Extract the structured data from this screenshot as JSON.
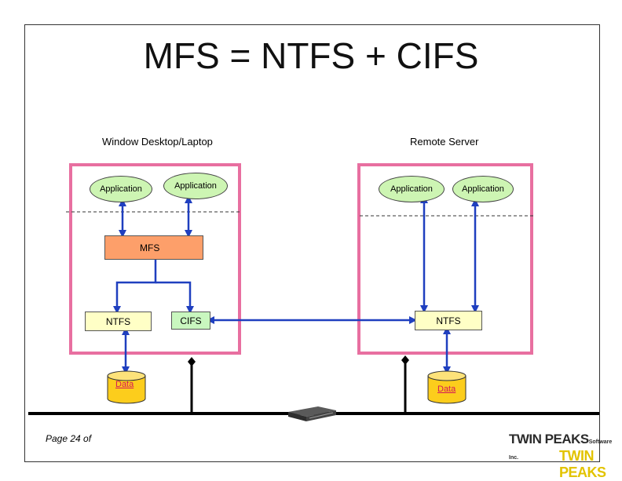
{
  "title": "MFS = NTFS + CIFS",
  "left_panel": {
    "heading": "Window Desktop/Laptop",
    "app1": "Application",
    "app2": "Application",
    "mfs": "MFS",
    "ntfs": "NTFS",
    "cifs": "CIFS",
    "data": "Data"
  },
  "right_panel": {
    "heading": "Remote Server",
    "app1": "Application",
    "app2": "Application",
    "ntfs": "NTFS",
    "data": "Data"
  },
  "footer": {
    "page": "Page 24 of"
  },
  "logo": {
    "main": "TWIN PEAKS",
    "suffix": "Software Inc.",
    "second": "TWIN PEAKS"
  },
  "colors": {
    "panel_border": "#e86fa0",
    "app_fill": "#cdf5b3",
    "mfs_fill": "#fd9f6a",
    "ntfs_fill": "#ffffc6",
    "cifs_fill": "#c9f7bf",
    "data_fill": "#fccd1c",
    "arrow": "#1f3fbf"
  }
}
